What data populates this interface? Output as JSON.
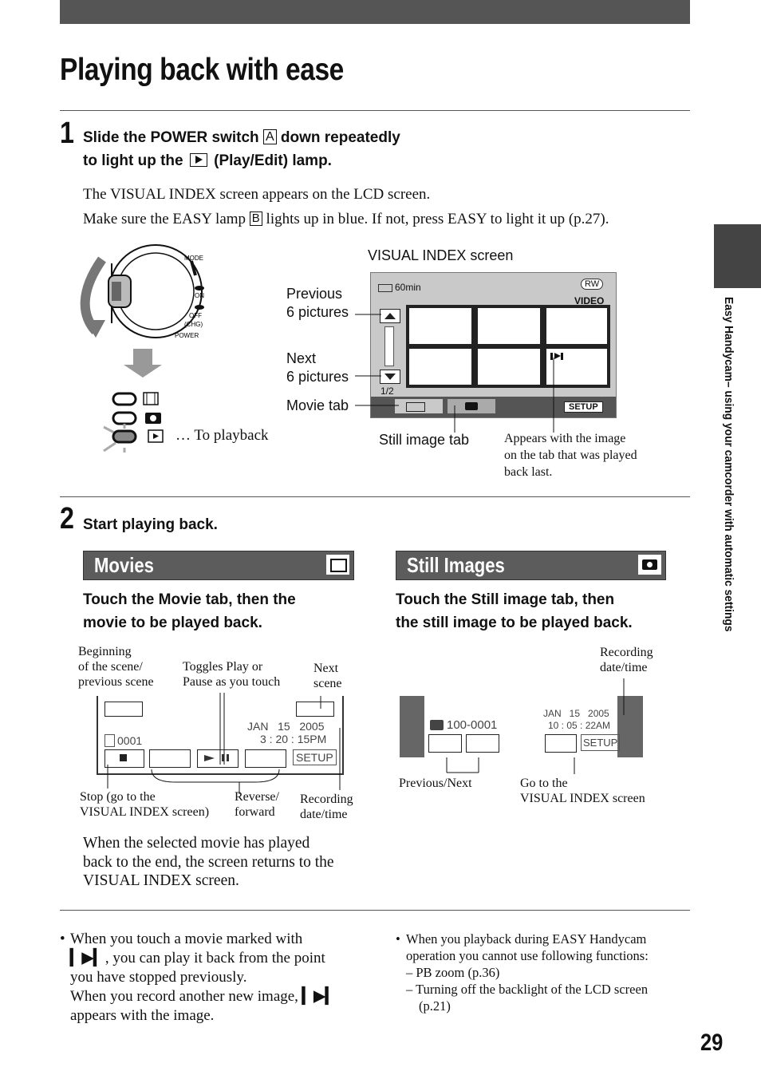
{
  "header": {
    "title": "Playing back with ease"
  },
  "side": {
    "section": "Easy Handycam– using your camcorder with automatic settings",
    "page": "29"
  },
  "step1": {
    "num": "1",
    "head_a": "Slide the POWER switch",
    "head_box": "A",
    "head_b": "down repeatedly",
    "head_c": "to light up the",
    "head_d": "(Play/Edit) lamp.",
    "body1": "The VISUAL INDEX screen appears on the LCD screen.",
    "body2a": "Make sure the EASY lamp",
    "body2box": "B",
    "body2b": "lights up in blue. If not, press EASY to light it up (p.27).",
    "switch_labels": {
      "mode": "MODE",
      "on": "ON",
      "off": "OFF",
      "chg": "(CHG)",
      "power": "POWER"
    },
    "to_playback": "… To playback",
    "screen_title": "VISUAL INDEX screen",
    "screen": {
      "battery": "60min",
      "rw": "RW",
      "video": "VIDEO",
      "page": "1/2",
      "setup": "SETUP"
    },
    "labels": {
      "prev1": "Previous",
      "prev2": "6 pictures",
      "next1": "Next",
      "next2": "6 pictures",
      "movie_tab": "Movie tab",
      "still_tab": "Still image tab",
      "appears1": "Appears with the image",
      "appears2": "on the tab that was played",
      "appears3": "back last."
    }
  },
  "step2": {
    "num": "2",
    "head": "Start playing back.",
    "movies": {
      "bar": "Movies",
      "sub1": "Touch the Movie tab, then the",
      "sub2": "movie to be played back.",
      "cap_begin1": "Beginning",
      "cap_begin2": "of the scene/",
      "cap_begin3": "previous scene",
      "cap_toggle1": "Toggles Play or",
      "cap_toggle2": "Pause as you touch",
      "cap_next1": "Next",
      "cap_next2": "scene",
      "cap_stop1": "Stop (go to the",
      "cap_stop2": "VISUAL INDEX screen)",
      "cap_rev1": "Reverse/",
      "cap_rev2": "forward",
      "cap_rec1": "Recording",
      "cap_rec2": "date/time",
      "screen": {
        "date": "JAN   15   2005",
        "time": "3 : 20 : 15PM",
        "counter": "0001",
        "setup": "SETUP"
      },
      "end1": "When the selected movie has played",
      "end2": "back to the end, the screen returns to the",
      "end3": "VISUAL INDEX screen."
    },
    "still": {
      "bar": "Still Images",
      "sub1": "Touch the Still image tab, then",
      "sub2": "the still image to be played back.",
      "cap_rec1": "Recording",
      "cap_rec2": "date/time",
      "cap_prevnext": "Previous/Next",
      "cap_goto1": "Go to the",
      "cap_goto2": "VISUAL INDEX screen",
      "screen": {
        "file": "100-0001",
        "date": "JAN   15   2005",
        "time": "10 : 05 : 22AM",
        "setup": "SETUP"
      }
    }
  },
  "notes": {
    "left1a": "When you touch a movie marked with",
    "left1b": ",  you can play it back from the point",
    "left1c": "you have stopped previously.",
    "left2a": "When you record another new image,",
    "left2b": "appears with the image.",
    "right1": "When you playback during EASY Handycam",
    "right2": "operation you cannot use following functions:",
    "right3": "PB zoom (p.36)",
    "right4": "Turning off the backlight of the LCD screen",
    "right5": "(p.21)"
  }
}
